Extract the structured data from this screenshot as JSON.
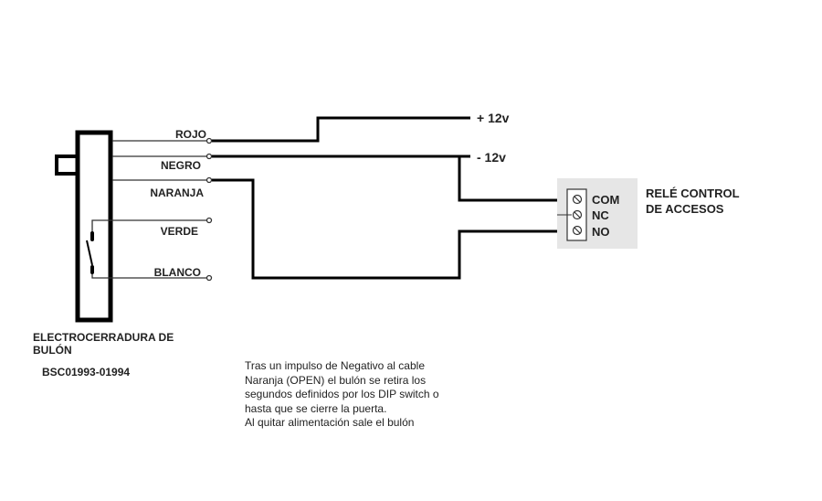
{
  "wires": {
    "rojo": "ROJO",
    "negro": "NEGRO",
    "naranja": "NARANJA",
    "verde": "VERDE",
    "blanco": "BLANCO"
  },
  "power": {
    "positive": "+ 12v",
    "negative": "- 12v"
  },
  "relay": {
    "title_line1": "RELÉ CONTROL",
    "title_line2": "DE ACCESOS",
    "terminals": [
      "COM",
      "NC",
      "NO"
    ]
  },
  "device": {
    "name_line1": "ELECTROCERRADURA DE",
    "name_line2": "BULÓN",
    "model": "BSC01993-01994"
  },
  "note": [
    "Tras un impulso de Negativo al cable",
    "Naranja (OPEN) el bulón se retira los",
    "segundos definidos por los DIP switch o",
    "hasta que se cierre la puerta.",
    "Al quitar alimentación sale el bulón"
  ]
}
